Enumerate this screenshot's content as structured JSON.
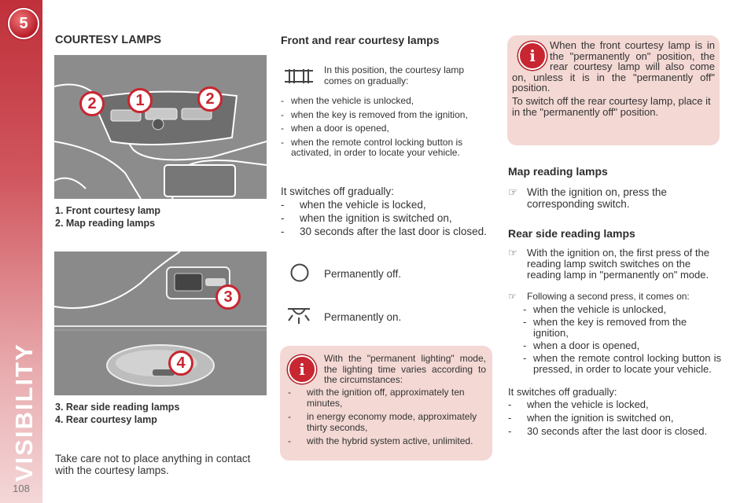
{
  "sidebar": {
    "chapter": "5",
    "section": "VISIBILITY",
    "page": "108"
  },
  "left": {
    "title": "COURTESY LAMPS",
    "fig1_labels": [
      "2",
      "1",
      "2"
    ],
    "caption1": [
      "1.  Front courtesy lamp",
      "2.  Map reading lamps"
    ],
    "fig2_labels": [
      "3",
      "4"
    ],
    "caption2": [
      "3.  Rear side reading lamps",
      "4.  Rear courtesy lamp"
    ],
    "note": "Take care not to place anything in contact with the courtesy lamps."
  },
  "middle": {
    "title": "Front and rear courtesy lamps",
    "gradual_text": "In this position, the courtesy lamp comes on gradually:",
    "on_list": [
      "when the vehicle is unlocked,",
      "when the key is removed from the ignition,",
      "when a door is opened,",
      "when the remote control locking button is activated, in order to locate your vehicle."
    ],
    "off_intro": "It switches off gradually:",
    "off_list": [
      "when the vehicle is locked,",
      "when the ignition is switched on,",
      "30 seconds after the last door is closed."
    ],
    "perm_off": "Permanently off.",
    "perm_on": "Permanently on.",
    "info_intro": "With the \"permanent lighting\" mode, the lighting time varies according to the circumstances:",
    "info_list": [
      "with the ignition off, approximately ten minutes,",
      "in energy economy mode, approximately thirty seconds,",
      "with the hybrid system active, unlimited."
    ]
  },
  "right": {
    "info1": "When the front courtesy lamp is in the \"permanently on\" position, the rear courtesy lamp will also come on, unless it is in the \"permanently off\" position.",
    "info2": "To switch off the rear courtesy lamp, place it in the \"permanently off\" position.",
    "map_title": "Map reading lamps",
    "map_text": "With the ignition on, press the corresponding switch.",
    "rear_title": "Rear side reading lamps",
    "rear_text1": "With the ignition on, the first press of the reading lamp switch switches on the reading lamp in \"permanently on\" mode.",
    "rear_text2": "Following a second press, it comes on:",
    "rear_on_list": [
      "when the vehicle is unlocked,",
      "when the key is removed from the ignition,",
      "when a door is opened,",
      "when the remote control locking button is pressed, in order to locate your vehicle."
    ],
    "off_intro": "It switches off gradually:",
    "off_list": [
      "when the vehicle is locked,",
      "when the ignition is switched on,",
      "30 seconds after the last door is closed."
    ]
  },
  "glyphs": {
    "bullet_arrow": "☞",
    "dash": "-",
    "info": "i"
  },
  "colors": {
    "accent": "#c82630",
    "info_bg": "#f3d8d4",
    "sidebar": "#c0303a"
  }
}
